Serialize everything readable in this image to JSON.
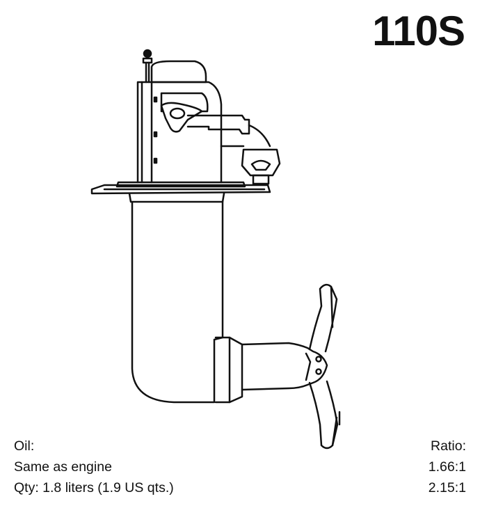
{
  "title": "110S",
  "oil": {
    "heading": "Oil:",
    "type": "Same as engine",
    "quantity": "Qty: 1.8 liters (1.9 US qts.)"
  },
  "ratio": {
    "heading": "Ratio:",
    "values": [
      "1.66:1",
      "2.15:1"
    ]
  },
  "illustration": "sail-drive-line-drawing"
}
